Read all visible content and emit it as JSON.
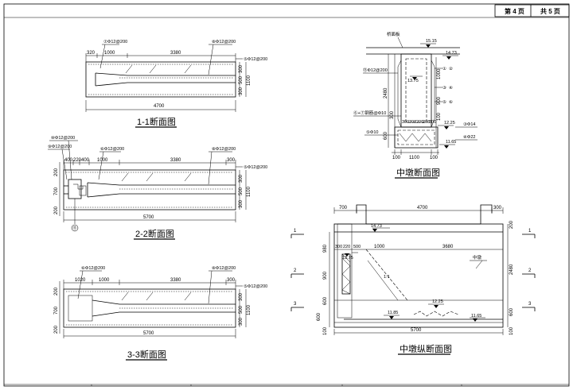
{
  "header": {
    "page_label": "第 4 页",
    "total_label": "共 5 页"
  },
  "s11": {
    "title": "1-1断面图",
    "rebar_top": "⑦Φ12@200",
    "rebar_right": "⑧Φ12@200",
    "rebar_side": "⑤Φ12@200",
    "d_320": "320",
    "d_1000": "1000",
    "d_3380": "3380",
    "d_4700": "4700",
    "d_300": "300",
    "d_500": "500",
    "d_300b": "300",
    "d_1100": "1100"
  },
  "s22": {
    "title": "2-2断面图",
    "rebar_a": "⑩Φ12@200",
    "rebar_b": "⑨Φ12@200",
    "rebar_c": "⑥Φ12@200",
    "rebar_d": "⑧Φ12@200",
    "rebar_e": "⑤Φ12@200",
    "d_400": "400",
    "d_220": "220",
    "d_400b": "400",
    "d_1000": "1000",
    "d_3380": "3380",
    "d_300": "300",
    "d_5700": "5700",
    "d_200": "200",
    "d_700": "700",
    "d_200b": "200",
    "d_300r": "300",
    "d_500r": "500",
    "d_300r2": "300",
    "d_1100": "1100",
    "marker": "⑪"
  },
  "s33": {
    "title": "3-3断面图",
    "rebar_a": "⑥Φ12@200",
    "rebar_b": "⑧Φ12@200",
    "rebar_c": "⑤Φ12@200",
    "d_1020": "1020",
    "d_1000": "1000",
    "d_3380": "3380",
    "d_300": "300",
    "d_5700": "5700",
    "d_200": "200",
    "d_700": "700",
    "d_200b": "200",
    "d_300r": "300",
    "d_500r": "500",
    "d_300r2": "300",
    "d_1100": "1100"
  },
  "pier": {
    "title": "中墩断面图",
    "deck_label": "桥面板",
    "el_1515": "15.15",
    "el_1473": "14.73",
    "el_1375": "13.75",
    "el_1225": "12.25",
    "el_1165": "11.65",
    "rebar_l1": "⑬Φ12@200",
    "rebar_l2": "⑥+⑦钢筋@Φ10",
    "rebar_l3": "⑤Φ10",
    "rebar_r1": "③Φ14",
    "rebar_r2": "④Φ22",
    "right_marks": [
      "①",
      "②",
      "③",
      "④",
      "⑤",
      "⑥"
    ],
    "d_2480": "2480",
    "d_600": "600",
    "d_300": "300",
    "d_1000": "1000",
    "d_900": "900",
    "d_100": "100",
    "b_300": "300",
    "b_308": "308",
    "b_200": "200",
    "b_208": "208",
    "b_300b": "300",
    "bottom_100": "100",
    "bottom_1100": "1100",
    "bottom_100b": "100"
  },
  "longit": {
    "title": "中墩纵断面图",
    "d_700": "700",
    "d_4700": "4700",
    "d_300": "300",
    "el_1473": "14.73",
    "el_1375": "13.75",
    "el_1225": "12.25",
    "el_1185": "11.85",
    "el_1165": "11.65",
    "pier_label": "中墩",
    "slope": "1:1",
    "h_300": "300",
    "h_220": "220",
    "h_500": "500",
    "h_1000": "1000",
    "h_3680": "3680",
    "v_980": "980",
    "v_900": "900",
    "v_600": "600",
    "v_600b": "600",
    "v_100": "100",
    "r_200": "200",
    "r_2480": "2480",
    "r_600": "600",
    "r_100": "100",
    "d_5700": "5700",
    "sec1": "1",
    "sec2": "2",
    "sec3": "3"
  }
}
